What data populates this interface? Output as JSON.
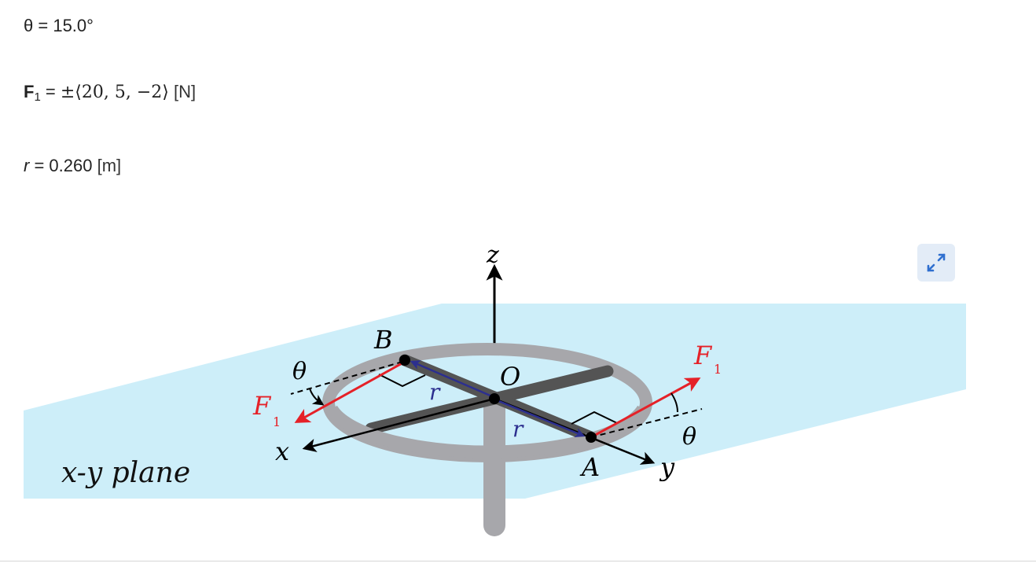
{
  "given": {
    "theta": {
      "symbol": "θ",
      "eq": " = ",
      "value": "15.0°"
    },
    "force": {
      "symbol": "F",
      "subscript": "1",
      "eq": " = ",
      "vector": "±⟨20, 5, −2⟩",
      "unit": " [N]"
    },
    "radius": {
      "symbol": "r",
      "eq": " = ",
      "value": "0.260",
      "unit": " [m]"
    }
  },
  "figure": {
    "labels": {
      "z_axis": "z",
      "x_axis": "x",
      "y_axis": "y",
      "origin": "O",
      "point_A": "A",
      "point_B": "B",
      "force_label": "F",
      "force_subscript": "1",
      "theta": "θ",
      "r": "r",
      "plane": "x-y plane"
    },
    "colors": {
      "plane": "#cdeef9",
      "ring": "#a7a7ab",
      "spokes": "#545454",
      "force": "#e52128",
      "radius_vector": "#2c2f8f",
      "axes": "#000000",
      "expand_icon": "#2f6fcf"
    }
  },
  "toolbar": {
    "expand_icon": "expand-arrows-icon"
  }
}
